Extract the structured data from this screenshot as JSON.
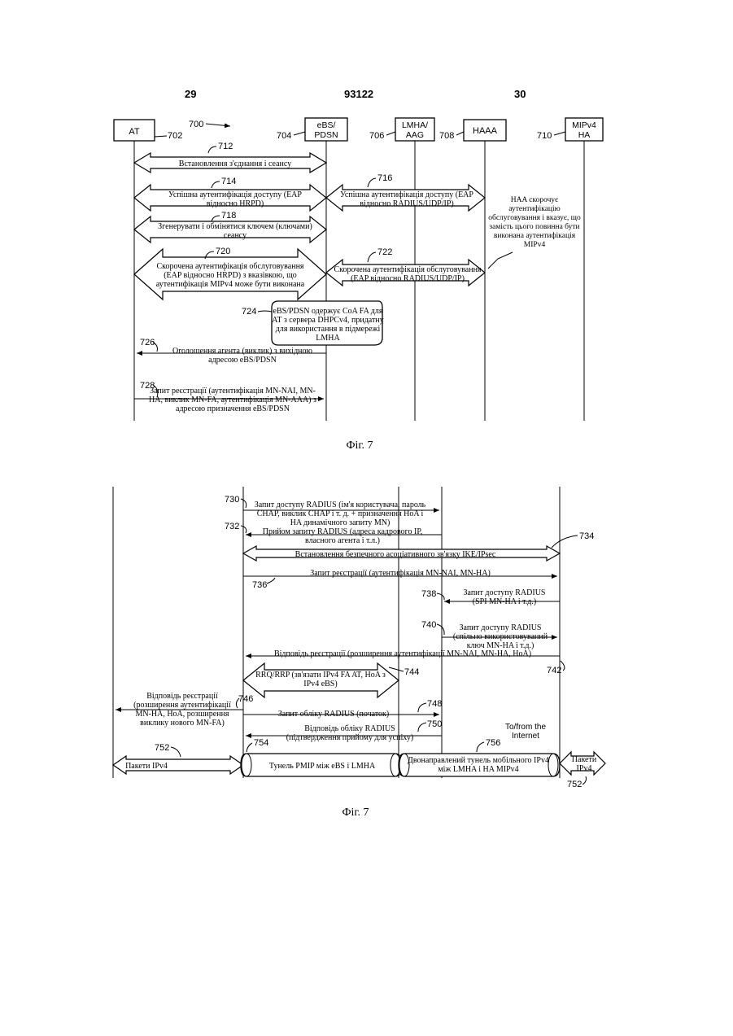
{
  "header": {
    "page_left": "29",
    "patent_number": "93122",
    "page_right": "30"
  },
  "figure_top": {
    "ref_700": "700",
    "entities": [
      {
        "label": "AT",
        "ref": "702"
      },
      {
        "label_line1": "eBS/",
        "label_line2": "PDSN",
        "ref": "704"
      },
      {
        "label_line1": "LMHA/",
        "label_line2": "AAG",
        "ref": "706"
      },
      {
        "label": "HAAA",
        "ref": "708"
      },
      {
        "label_line1": "MIPv4",
        "label_line2": "HA",
        "ref": "710"
      }
    ],
    "steps": {
      "s712": {
        "ref": "712",
        "text": "Встановлення з'єднання і сеансу"
      },
      "s714": {
        "ref": "714",
        "line1": "Успішна аутентифікація доступу (EAP",
        "line2": "відносно HRPD)"
      },
      "s716": {
        "ref": "716",
        "line1": "Успішна аутентифікація доступу (EAP",
        "line2": "відносно RADIUS/UDP/IP)"
      },
      "s718": {
        "ref": "718",
        "line1": "Згенерувати і обмінятися ключем (ключами)",
        "line2": "сеансу"
      },
      "s720": {
        "ref": "720",
        "line1": "Скорочена аутентифікація обслуговування",
        "line2": "(EAP відносно HRPD) з вказівкою, що",
        "line3": "аутентифікація MIPv4 може бути виконана"
      },
      "s722": {
        "ref": "722",
        "line1": "Скорочена аутентифікація обслуговування",
        "line2": "(EAP відносно RADIUS/UDP/IP)"
      },
      "haa_note": {
        "line1": "HAA скорочує",
        "line2": "аутентифікацію",
        "line3": "обслуговування і вказує, що",
        "line4": "замість цього повинна бути",
        "line5": "виконана аутентифікація",
        "line6": "MIPv4"
      },
      "s724": {
        "ref": "724",
        "line1": "eBS/PDSN одержує CoA FA для",
        "line2": "AT з сервера DHPCv4, придатну",
        "line3": "для використання в підмережі",
        "line4": "LMHA"
      },
      "s726": {
        "ref": "726",
        "line1": "Оголошення агента (виклик) з вихідною",
        "line2": "адресою eBS/PDSN"
      },
      "s728": {
        "ref": "728",
        "line1": "Запит реєстрації (аутентифікація MN-NAI, MN-",
        "line2": "HA, виклик MN-FA, аутентифікація MN-AAA) з",
        "line3": "адресою призначення eBS/PDSN"
      }
    },
    "caption": "Фіг. 7"
  },
  "figure_bottom": {
    "steps": {
      "s730": {
        "ref": "730",
        "line1": "Запит доступу RADIUS (ім'я користувача, пароль",
        "line2": "CHAP, виклик CHAP і т. д. + призначення HoA і",
        "line3": "HA динамічного запиту MN)"
      },
      "s732": {
        "ref": "732",
        "line1": "Прийом запиту RADIUS (адреса кадрового IP,",
        "line2": "власного агента і т.л.)"
      },
      "s734": {
        "ref": "734",
        "text": "Встановлення безпечного асоціативного зв'язку IKE/IPsec"
      },
      "s736": {
        "ref": "736",
        "text": "Запит реєстрації (аутентифікація MN-NAI, MN-HA)"
      },
      "s738": {
        "ref": "738",
        "line1": "Запит доступу RADIUS",
        "line2": "(SPI MN-HA і т.д.)"
      },
      "s740": {
        "ref": "740",
        "line1": "Запит доступу RADIUS",
        "line2": "(спільно використовуваний",
        "line3": "ключ MN-HA і т.д.)"
      },
      "s742": {
        "ref": "742",
        "text": "Відповідь реєстрації (розширення аутентифікації MN-NAI, MN-HA, HoA)"
      },
      "s744": {
        "ref": "744",
        "line1": "RRQ/RRP (зв'язати IPv4 FA AT, HoA з",
        "line2": "IPv4 eBS)"
      },
      "s746": {
        "ref": "746",
        "line1": "Відповідь реєстрації",
        "line2": "(розширення аутентифікації",
        "line3": "MN-HA, HoA, розширення",
        "line4": "виклику нового MN-FA)"
      },
      "s748": {
        "ref": "748",
        "text": "Запит обліку RADIUS (початок)"
      },
      "s750": {
        "ref": "750",
        "line1": "Відповідь обліку RADIUS",
        "line2": "(підтвердження прийому для успіху)"
      },
      "internet": {
        "line1": "To/from the",
        "line2": "Internet"
      },
      "s752": {
        "ref": "752",
        "text": "Пакети IPv4"
      },
      "s752b": {
        "ref": "752",
        "line1": "Пакети",
        "line2": "IPv4"
      },
      "s754": {
        "ref": "754",
        "text": "Тунель PMIP між eBS і LMHA"
      },
      "s756": {
        "ref": "756",
        "line1": "Двонаправлений тунель мобільного IPv4",
        "line2": "між LMHA і HA MIPv4"
      }
    },
    "caption": "Фіг. 7"
  }
}
